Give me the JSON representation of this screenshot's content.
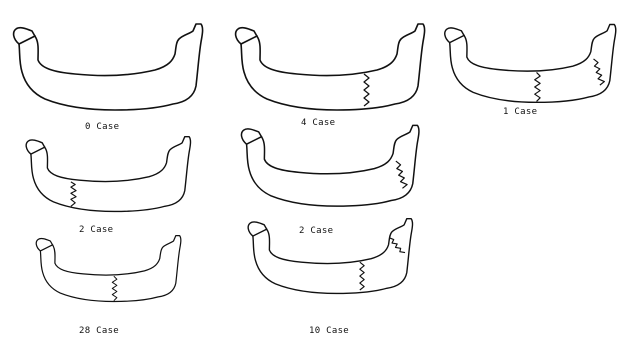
{
  "figure": {
    "panels": [
      {
        "caption": "0 Case",
        "fractures": []
      },
      {
        "caption": "4 Case",
        "fractures": [
          "right-body"
        ]
      },
      {
        "caption": "1 Case",
        "fractures": [
          "midline",
          "right-angle"
        ]
      },
      {
        "caption": "2 Case",
        "fractures": [
          "left-body"
        ]
      },
      {
        "caption": "2 Case",
        "fractures": [
          "right-angle"
        ]
      },
      {
        "caption": "28 Case",
        "fractures": [
          "midline"
        ]
      },
      {
        "caption": "10 Case",
        "fractures": [
          "right-body",
          "right-ramus"
        ]
      }
    ]
  }
}
